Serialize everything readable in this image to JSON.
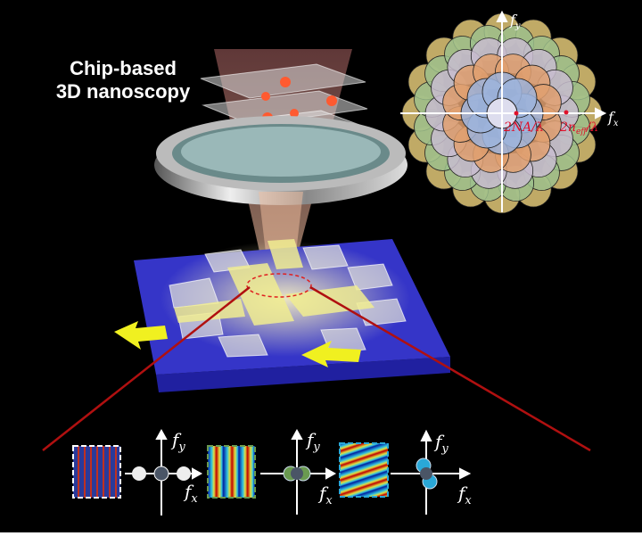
{
  "title": {
    "line1": "Chip-based",
    "line2": "3D nanoscopy"
  },
  "fourier_diagram": {
    "axis_y": "f",
    "axis_y_sub": "y",
    "axis_x": "f",
    "axis_x_sub": "x",
    "label_na": "2NA/λ",
    "label_neff": "2n",
    "label_neff_sub": "eff",
    "label_neff_tail": "/λ",
    "ring_colors": [
      "#9db4dc",
      "#e0a070",
      "#c8bccf",
      "#9cc08c",
      "#e2c878"
    ]
  },
  "bottom_panels": [
    {
      "fy": "f",
      "fy_sub": "y",
      "fx": "f",
      "fx_sub": "x",
      "border": "#ffffff"
    },
    {
      "fy": "f",
      "fy_sub": "y",
      "fx": "f",
      "fx_sub": "x",
      "border": "#6a9a50"
    },
    {
      "fy": "f",
      "fy_sub": "y",
      "fx": "f",
      "fx_sub": "x",
      "border": "#2aa8d8"
    }
  ]
}
